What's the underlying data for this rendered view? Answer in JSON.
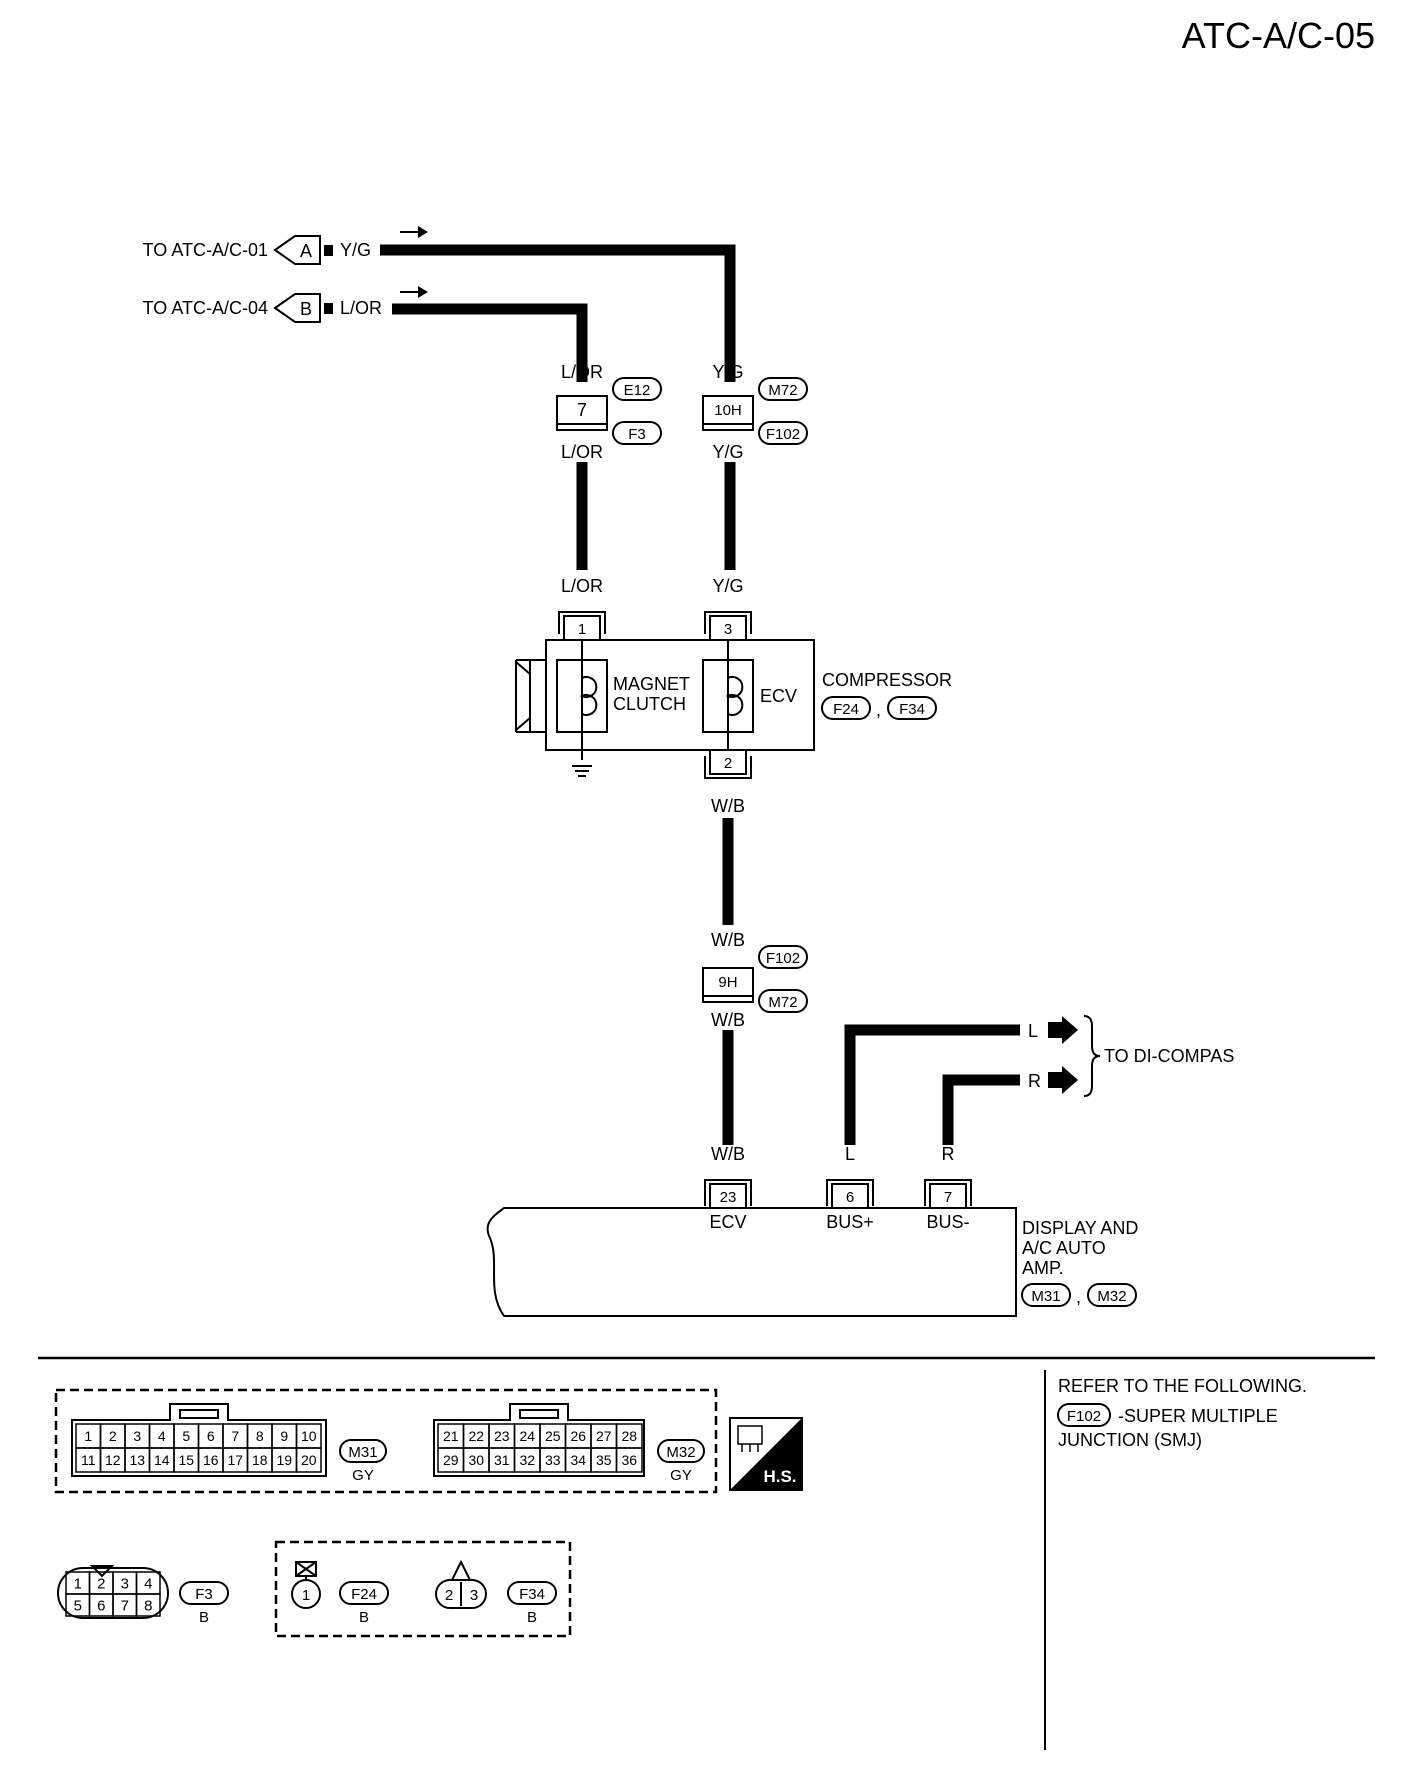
{
  "page_id": "ATC-A/C-05",
  "harness_inputs": [
    {
      "destination": "TO ATC-A/C-01",
      "connector_ref": "A",
      "wire_color": "Y/G"
    },
    {
      "destination": "TO ATC-A/C-04",
      "connector_ref": "B",
      "wire_color": "L/OR"
    }
  ],
  "joint_connector_upper": {
    "left": {
      "pin": "7",
      "wire_top": "L/OR",
      "wire_bottom": "L/OR",
      "conn_top": "E12",
      "conn_bottom": "F3"
    },
    "right": {
      "pin": "10H",
      "wire_top": "Y/G",
      "wire_bottom": "Y/G",
      "conn_top": "M72",
      "conn_bottom": "F102"
    }
  },
  "compressor": {
    "title": "COMPRESSOR",
    "connectors": [
      "F24",
      "F34"
    ],
    "pin_clutch": "1",
    "pin_ecv_in": "3",
    "pin_ecv_out": "2",
    "clutch_label": [
      "MAGNET",
      "CLUTCH"
    ],
    "ecv_label": "ECV",
    "wire_clutch": "L/OR",
    "wire_ecv": "Y/G",
    "wire_out": "W/B"
  },
  "joint_connector_lower": {
    "pin": "9H",
    "wire_top": "W/B",
    "wire_bottom": "W/B",
    "conn_top": "F102",
    "conn_bottom": "M72"
  },
  "di_compas": {
    "label": "TO DI-COMPAS",
    "lines": [
      "L",
      "R"
    ]
  },
  "amp": {
    "title": [
      "DISPLAY AND",
      "A/C AUTO",
      "AMP."
    ],
    "connectors": [
      "M31",
      "M32"
    ],
    "terminals": [
      {
        "pin": "23",
        "name": "ECV",
        "wire": "W/B"
      },
      {
        "pin": "6",
        "name": "BUS+",
        "wire": "L"
      },
      {
        "pin": "7",
        "name": "BUS-",
        "wire": "R"
      }
    ]
  },
  "connector_views": {
    "m31": {
      "id": "M31",
      "color": "GY",
      "pins_top": [
        "1",
        "2",
        "3",
        "4",
        "5",
        "6",
        "7",
        "8",
        "9",
        "10"
      ],
      "pins_bottom": [
        "11",
        "12",
        "13",
        "14",
        "15",
        "16",
        "17",
        "18",
        "19",
        "20"
      ]
    },
    "m32": {
      "id": "M32",
      "color": "GY",
      "pins_top": [
        "21",
        "22",
        "23",
        "24",
        "25",
        "26",
        "27",
        "28"
      ],
      "pins_bottom": [
        "29",
        "30",
        "31",
        "32",
        "33",
        "34",
        "35",
        "36"
      ]
    },
    "f3": {
      "id": "F3",
      "color": "B",
      "pins_top": [
        "1",
        "2",
        "3",
        "4"
      ],
      "pins_bottom": [
        "5",
        "6",
        "7",
        "8"
      ]
    },
    "f24": {
      "id": "F24",
      "color": "B",
      "pins": [
        "1"
      ]
    },
    "f34": {
      "id": "F34",
      "color": "B",
      "pins": [
        "2",
        "3"
      ]
    },
    "hs_label": "H.S."
  },
  "reference": {
    "heading": "REFER TO THE FOLLOWING.",
    "connector": "F102",
    "text_line1": "-SUPER MULTIPLE",
    "text_line2": "JUNCTION (SMJ)"
  }
}
